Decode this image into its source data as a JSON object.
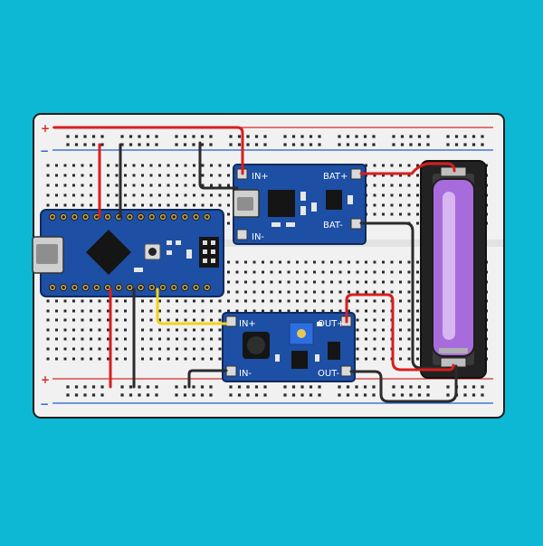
{
  "colors": {
    "background": "#0cb8d4",
    "breadboard": "#f1f1f1",
    "rail_positive": "#d62b2b",
    "rail_negative": "#1f5fd1",
    "pcb": "#1d4fa4",
    "wire_red": "#d91e1e",
    "wire_black": "#2b2b2b",
    "wire_yellow": "#f2d21b",
    "battery_cell": "#a86bdc",
    "battery_holder": "#222222"
  },
  "rail_signs": {
    "top_plus": "+",
    "top_minus": "−",
    "bottom_plus": "+",
    "bottom_minus": "−"
  },
  "charger_module": {
    "pin_in_plus": "IN+",
    "pin_in_minus": "IN-",
    "pin_bat_plus": "BAT+",
    "pin_bat_minus": "BAT-"
  },
  "boost_module": {
    "pin_in_plus": "IN+",
    "pin_in_minus": "IN-",
    "pin_out_plus": "OUT+",
    "pin_out_minus": "OUT-"
  },
  "icons": {
    "microcontroller": "arduino-nano-board",
    "usb": "micro-usb-port",
    "battery": "18650-cell",
    "inductor": "inductor-coil",
    "potentiometer": "trimmer-potentiometer"
  }
}
